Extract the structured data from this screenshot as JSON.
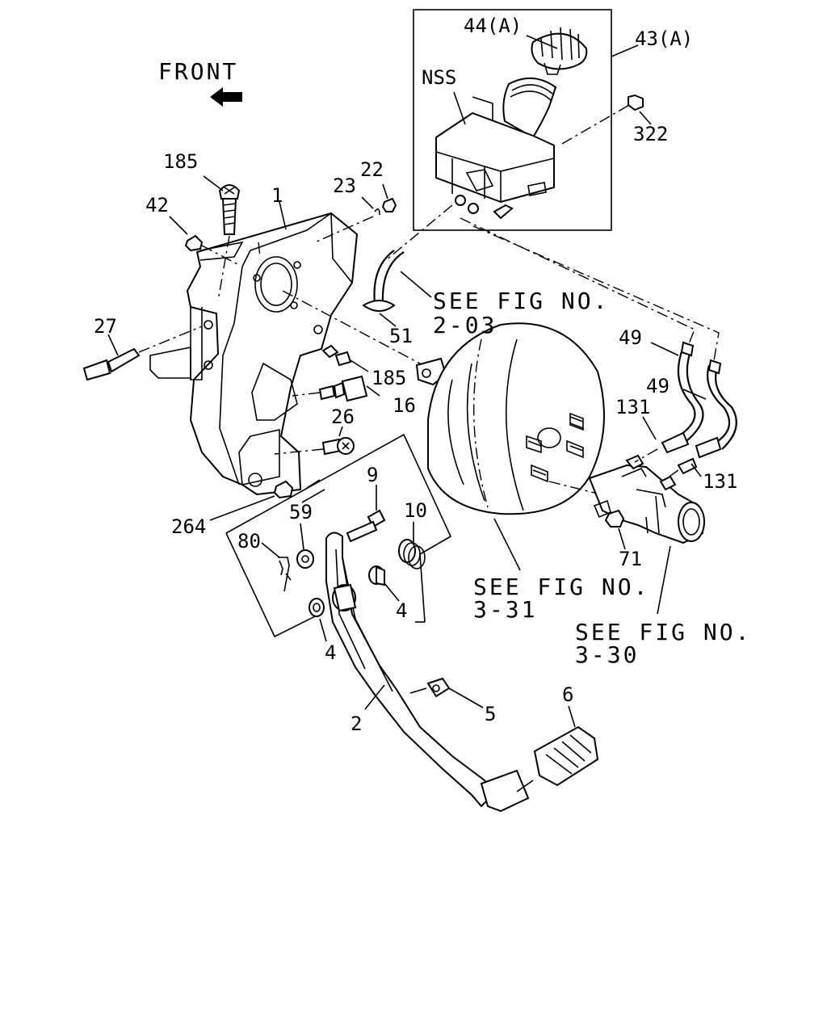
{
  "labels": {
    "front": "FRONT",
    "nss": "NSS",
    "p44a": "44(A)",
    "p43a": "43(A)",
    "p322": "322",
    "p185a": "185",
    "p42": "42",
    "p1": "1",
    "p23": "23",
    "p22": "22",
    "p27": "27",
    "p51": "51",
    "p49a": "49",
    "p49b": "49",
    "p131a": "131",
    "p131b": "131",
    "p185b": "185",
    "p16": "16",
    "p26": "26",
    "p264": "264",
    "p9": "9",
    "p10": "10",
    "p59": "59",
    "p80": "80",
    "p4a": "4",
    "p4b": "4",
    "p71": "71",
    "p2": "2",
    "p5": "5",
    "p6": "6"
  },
  "refs": {
    "fig203_line1": "SEE FIG NO.",
    "fig203_line2": "2-03",
    "fig331_line1": "SEE FIG NO.",
    "fig331_line2": "3-31",
    "fig330_line1": "SEE FIG NO.",
    "fig330_line2": "3-30"
  }
}
